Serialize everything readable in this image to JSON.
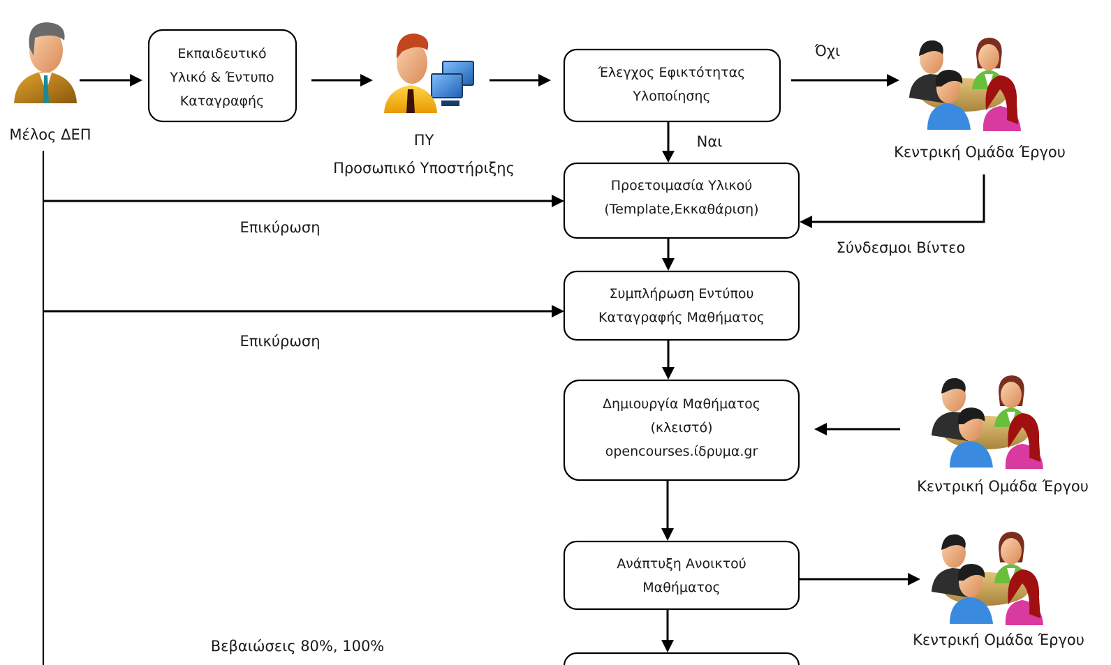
{
  "diagram": {
    "actors": {
      "member": {
        "label": "Μέλος ΔΕΠ",
        "icon": "person-businessman-icon"
      },
      "support": {
        "label_line1": "ΠΥ",
        "label_line2": "Προσωπικό Υποστήριξης",
        "icon": "person-computer-icon"
      },
      "team1": {
        "label": "Κεντρική Ομάδα Έργου",
        "icon": "group-meeting-icon"
      },
      "team2": {
        "label": "Κεντρική Ομάδα Έργου",
        "icon": "group-meeting-icon"
      },
      "team3": {
        "label": "Κεντρική Ομάδα Έργου",
        "icon": "group-meeting-icon"
      }
    },
    "boxes": {
      "material": {
        "lines": [
          "Εκπαιδευτικό",
          "Υλικό & Έντυπο",
          "Καταγραφής"
        ]
      },
      "feasibility": {
        "lines": [
          "Έλεγχος Εφικτότητας",
          "Υλοποίησης"
        ]
      },
      "prepare": {
        "lines": [
          "Προετοιμασία Υλικού",
          "(Template,Εκκαθάριση)"
        ]
      },
      "form": {
        "lines": [
          "Συμπλήρωση Εντύπου",
          "Καταγραφής Μαθήματος"
        ]
      },
      "create": {
        "lines": [
          "Δημιουργία Μαθήματος",
          "(κλειστό)",
          "opencourses.ίδρυμα.gr"
        ]
      },
      "develop": {
        "lines": [
          "Ανάπτυξη  Ανοικτού",
          "Μαθήματος"
        ]
      }
    },
    "edge_labels": {
      "no": "Όχι",
      "yes": "Ναι",
      "validation1": "Επικύρωση",
      "validation2": "Επικύρωση",
      "video_links": "Σύνδεσμοι Βίντεο",
      "certificates": "Βεβαιώσεις 80%, 100%"
    },
    "colors": {
      "line": "#000000",
      "box_fill": "#ffffff",
      "member_suit": "#c98a1a",
      "member_tie": "#1a8a9a",
      "support_shirt": "#f4b400",
      "support_hair": "#c4461c",
      "monitor": "#2f7fd0",
      "team_blue": "#3a8be0",
      "team_green": "#6abf3a",
      "team_pink": "#d93aa0",
      "team_red_hair": "#a01010",
      "team_dark": "#2a2a2a",
      "table": "#c9a55a",
      "skin": "#f2b58a"
    }
  }
}
